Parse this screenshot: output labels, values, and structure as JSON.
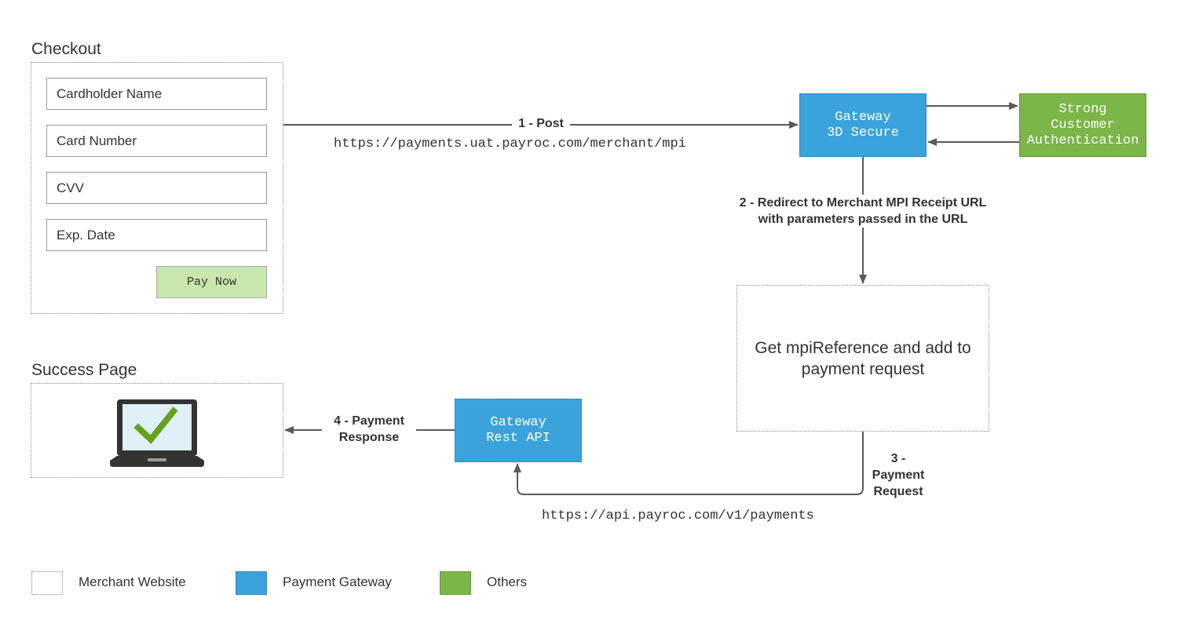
{
  "checkout": {
    "title": "Checkout",
    "fields": [
      "Cardholder Name",
      "Card Number",
      "CVV",
      "Exp. Date"
    ],
    "pay_button": "Pay Now"
  },
  "success": {
    "title": "Success Page",
    "icon": "laptop-checkmark-icon"
  },
  "gateway_3ds": {
    "line1": "Gateway",
    "line2": "3D Secure"
  },
  "sca": {
    "line1": "Strong",
    "line2": "Customer",
    "line3": "Authentication"
  },
  "gateway_rest": {
    "line1": "Gateway",
    "line2": "Rest API"
  },
  "mpi_box": {
    "line1": "Get mpiReference and add to",
    "line2": "payment request"
  },
  "steps": {
    "step1": "1 - Post",
    "step1_url": "https://payments.uat.payroc.com/merchant/mpi",
    "step2_line1": "2 - Redirect to Merchant MPI Receipt URL",
    "step2_line2": "with parameters passed in the URL",
    "step3_line1": "3 -",
    "step3_line2": "Payment",
    "step3_line3": "Request",
    "step3_url": "https://api.payroc.com/v1/payments",
    "step4_line1": "4 - Payment",
    "step4_line2": "Response"
  },
  "legend": [
    {
      "label": "Merchant Website",
      "color": "#ffffff"
    },
    {
      "label": "Payment Gateway",
      "color": "#3aa3db"
    },
    {
      "label": "Others",
      "color": "#7ab648"
    }
  ],
  "colors": {
    "gateway": "#3aa3db",
    "others": "#7ab648",
    "pay_button": "#c9e7ad",
    "arrow": "#5a5a5a"
  }
}
